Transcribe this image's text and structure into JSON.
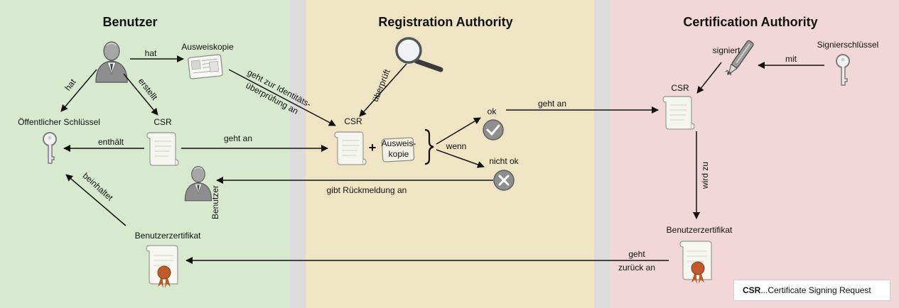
{
  "lanes": {
    "user": {
      "title": "Benutzer",
      "color": "#d7e9cf"
    },
    "ra": {
      "title": "Registration Authority",
      "color": "#efe4c4"
    },
    "ca": {
      "title": "Certification Authority",
      "color": "#f1d7d7"
    },
    "separator_color": "#dcdcdc"
  },
  "nodes": {
    "id_copy": "Ausweiskopie",
    "public_key": "Öffentlicher Schlüssel",
    "csr_user": "CSR",
    "csr_ra": "CSR",
    "id_copy_ra_line1": "Ausweis-",
    "id_copy_ra_line2": "kopie",
    "ok": "ok",
    "not_ok": "nicht ok",
    "csr_ca": "CSR",
    "signing_key": "Signierschlüssel",
    "user_cert_ca": "Benutzerzertifikat",
    "user_cert_user": "Benutzerzertifikat",
    "user_rotated": "Benutzer",
    "plus": "+"
  },
  "edges": {
    "has_id_copy": "hat",
    "has_key": "hat",
    "creates": "erstellt",
    "contains": "enthält",
    "sent_to_ra": "geht an",
    "id_check_line1": "geht zur Identitäts-",
    "id_check_line2": "überprüfung an",
    "checks": "überprüft",
    "if": "wenn",
    "sent_to_ca": "geht an",
    "feedback": "gibt Rückmeldung an",
    "signs": "signiert",
    "with": "mit",
    "becomes": "wird zu",
    "goes_back_line1": "geht",
    "goes_back_line2": "zurück an",
    "includes": "beinhaltet"
  },
  "legend": {
    "abbr": "CSR",
    "text": "...Certificate Signing Request"
  },
  "icons": {
    "person": "person-icon",
    "key": "key-icon",
    "document": "scroll-document-icon",
    "certificate": "certificate-seal-icon",
    "magnifier": "magnifying-glass-icon",
    "pen": "fountain-pen-icon",
    "check": "checkmark-circle-icon",
    "cross": "cross-circle-icon"
  },
  "colors": {
    "seal": "#c2592a",
    "icon_gray": "#8f8f8f",
    "paper": "#f6f6f1"
  }
}
